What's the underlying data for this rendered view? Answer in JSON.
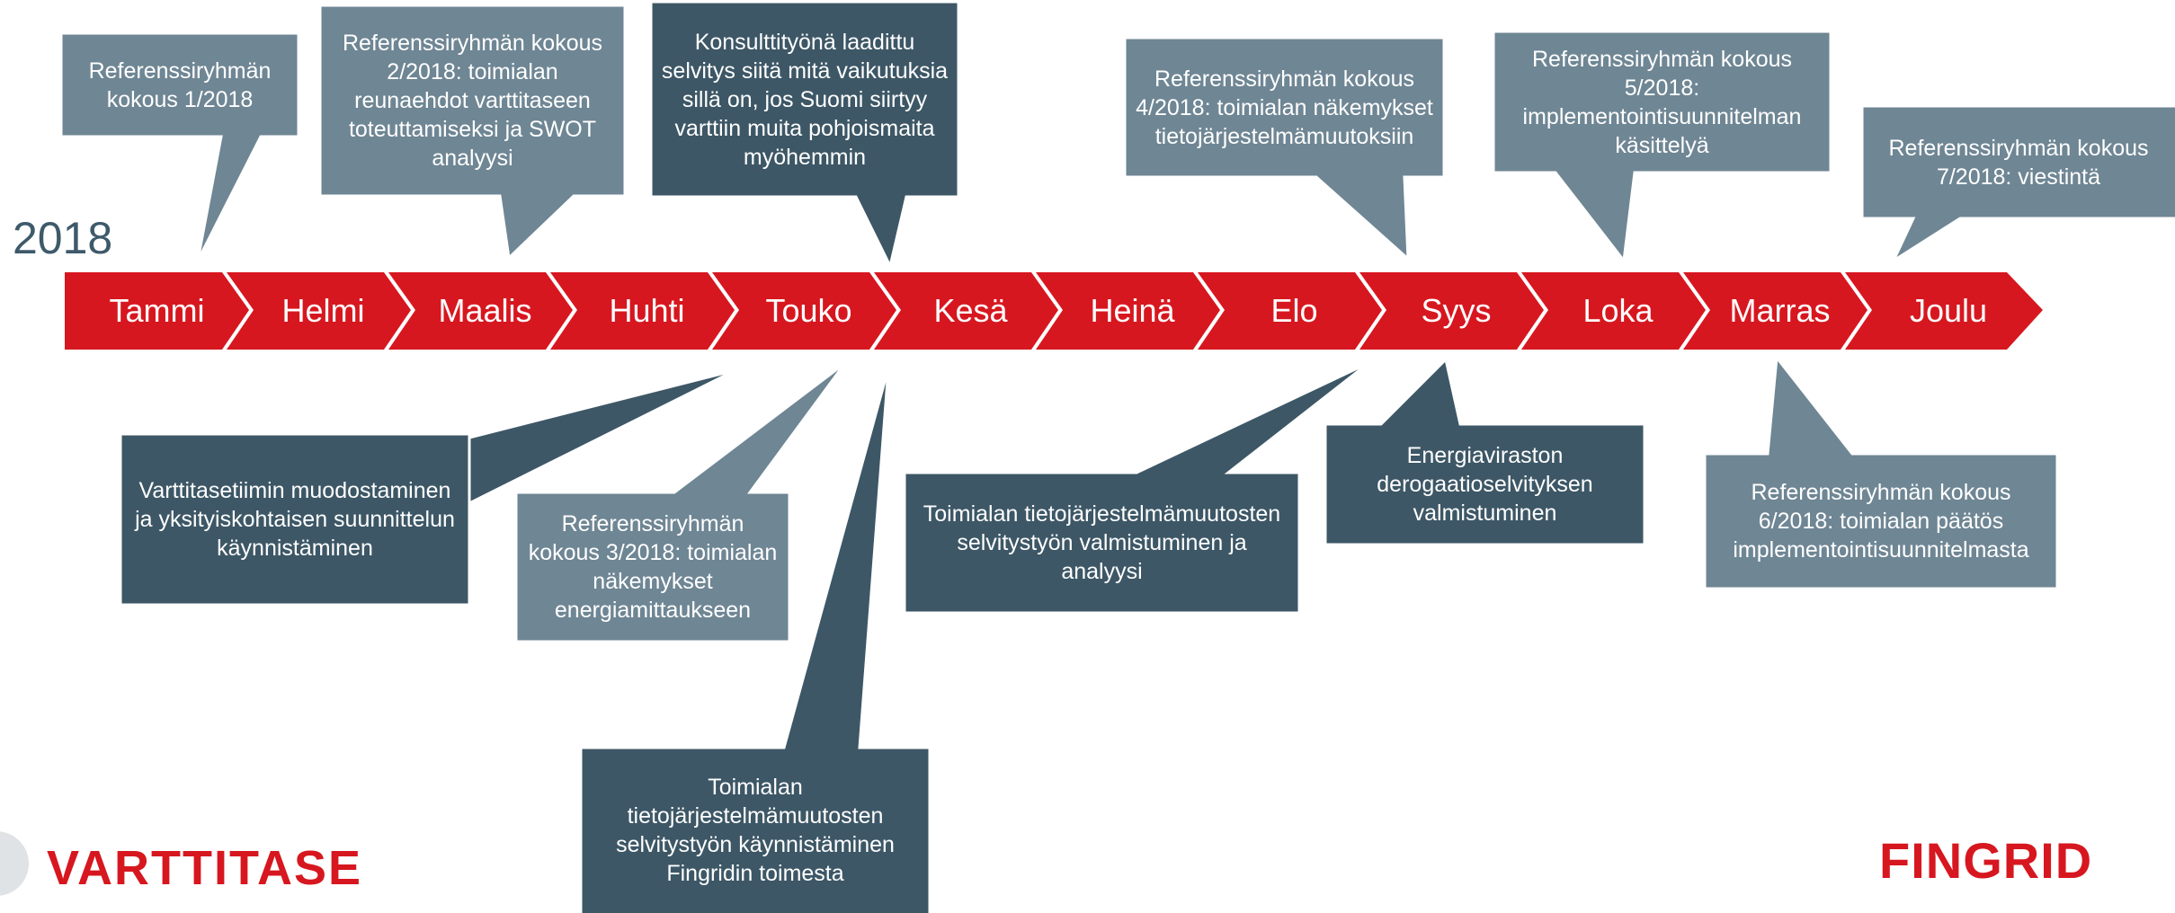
{
  "year": "2018",
  "colors": {
    "timeline_red": "#d7171f",
    "dark_callout": "#3d5766",
    "light_callout": "#6f8694",
    "year_text": "#3d5a6a",
    "logo_red": "#d7171f"
  },
  "months": [
    "Tammi",
    "Helmi",
    "Maalis",
    "Huhti",
    "Touko",
    "Kesä",
    "Heinä",
    "Elo",
    "Syys",
    "Loka",
    "Marras",
    "Joulu"
  ],
  "callouts": [
    {
      "text": "Referenssiryhmän kokous 1/2018",
      "style": "light",
      "position": "above"
    },
    {
      "text": "Referenssiryhmän kokous 2/2018: toimialan reunaehdot varttitaseen toteuttamiseksi ja SWOT analyysi",
      "style": "light",
      "position": "above"
    },
    {
      "text": "Konsulttityönä laadittu selvitys siitä mitä vaikutuksia sillä on, jos Suomi siirtyy varttiin muita pohjoismaita myöhemmin",
      "style": "dark",
      "position": "above"
    },
    {
      "text": "Referenssiryhmän kokous 4/2018: toimialan näkemykset tietojärjestelmämuutoksiin",
      "style": "light",
      "position": "above"
    },
    {
      "text": "Referenssiryhmän kokous 5/2018: implementointisuunnitelman käsittelyä",
      "style": "light",
      "position": "above"
    },
    {
      "text": "Referenssiryhmän kokous 7/2018: viestintä",
      "style": "light",
      "position": "above"
    },
    {
      "text": "Varttitasetiimin muodostaminen ja yksityiskohtaisen suunnittelun käynnistäminen",
      "style": "dark",
      "position": "below"
    },
    {
      "text": "Referenssiryhmän kokous 3/2018: toimialan näkemykset energiamittaukseen",
      "style": "light",
      "position": "below"
    },
    {
      "text": "Toimialan tietojärjestelmämuutosten selvitystyön käynnistäminen Fingridin toimesta",
      "style": "dark",
      "position": "below"
    },
    {
      "text": "Toimialan tietojärjestelmämuutosten selvitystyön valmistuminen ja analyysi",
      "style": "dark",
      "position": "below"
    },
    {
      "text": "Energiaviraston derogaatioselvityksen valmistuminen",
      "style": "dark",
      "position": "below"
    },
    {
      "text": "Referenssiryhmän kokous 6/2018: toimialan päätös implementointisuunnitelmasta",
      "style": "light",
      "position": "below"
    }
  ],
  "logos": {
    "left": "VARTTITASE",
    "right": "FINGRID"
  }
}
